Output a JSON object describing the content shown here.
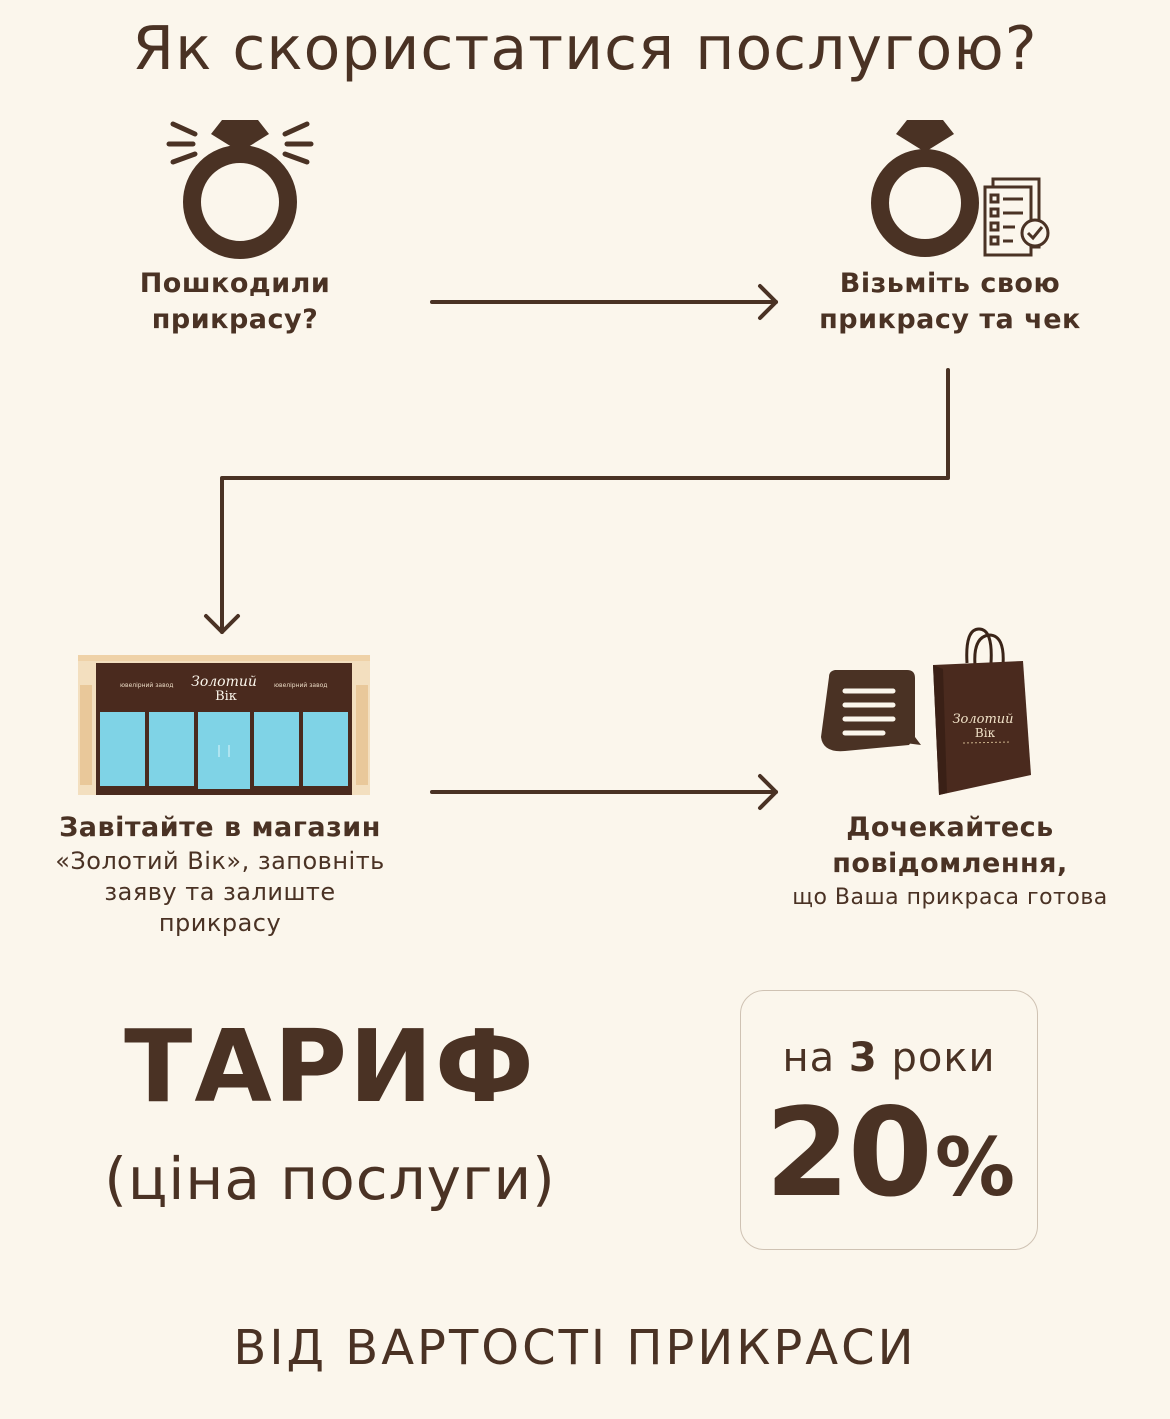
{
  "title": "Як скористатися послугою?",
  "steps": [
    {
      "lines": [
        "Пошкодили",
        "прикрасу?"
      ]
    },
    {
      "lines": [
        "Візьміть свою",
        "прикрасу та чек"
      ]
    },
    {
      "bold_line": "Завітайте в магазин",
      "lines": [
        "«Золотий Вік», заповніть",
        "заяву та залиште",
        "прикрасу"
      ]
    },
    {
      "bold_lines": [
        "Дочекайтесь",
        "повідомлення,"
      ],
      "line": "що Ваша прикраса готова"
    }
  ],
  "store_sign": {
    "brand_top": "Золотий",
    "brand_bottom": "Вік",
    "left_caption": "ювелірний завод",
    "right_caption": "ювелірний завод"
  },
  "bag_brand_top": "Золотий",
  "bag_brand_bottom": "Вік",
  "tariff": {
    "title": "ТАРИФ",
    "subtitle": "(ціна послуги)"
  },
  "price": {
    "prefix": "на ",
    "years": "3",
    "suffix": " роки",
    "value": "20",
    "unit": "%"
  },
  "footer": "ВІД ВАРТОСТІ ПРИКРАСИ",
  "colors": {
    "background": "#fbf6ec",
    "primary": "#4a3224",
    "glass": "#7fd3e6",
    "bag": "#4a2a1e"
  }
}
